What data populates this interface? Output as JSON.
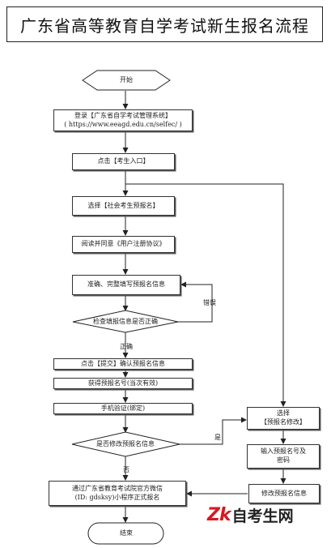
{
  "title": "广东省高等教育自学考试新生报名流程",
  "nodes": {
    "start": "开始",
    "login_line1": "登录【广东省自学考试管理系统】",
    "login_line2": "( https://www.eeagd.edu.cn/selfec/ )",
    "click_entry": "点击【考生入口】",
    "select_social": "选择【社会考生预报名】",
    "read_agree": "阅读并同意《用户注册协议》",
    "fill_info": "准确、完整填写预报名信息",
    "check_info": "检查填报信息是否正确",
    "submit": "点击【提交】确认预报名信息",
    "get_number": "获得预报名号(当次有效)",
    "phone_verify": "手机验证(绑定)",
    "modify_q": "是否修改预报名信息",
    "wechat_line1": "通过广东省教育考试院官方微信",
    "wechat_line2": "(ID: gdsksy)小程序正式报名",
    "end": "结束",
    "select_modify_line1": "选择",
    "select_modify_line2": "【预报名修改】",
    "input_pw_line1": "输入预报名号及",
    "input_pw_line2": "密码",
    "modify_info": "修改预报名信息"
  },
  "edge_labels": {
    "error": "错误",
    "correct": "正确",
    "yes": "是",
    "no": "否"
  },
  "watermark": {
    "logo": "Zk",
    "text": "自考生网"
  }
}
